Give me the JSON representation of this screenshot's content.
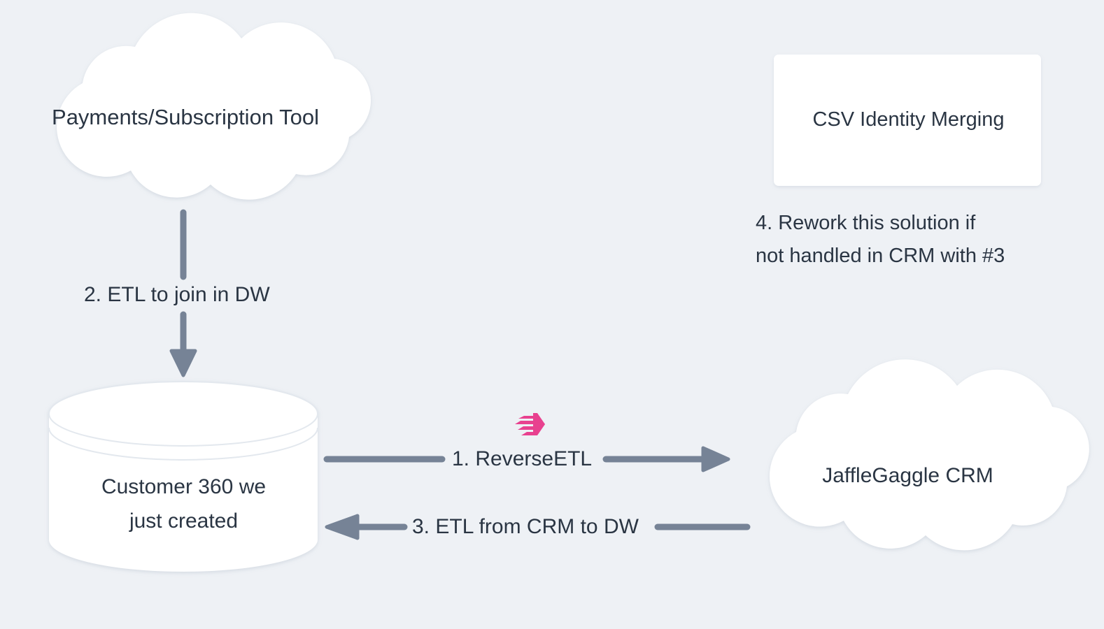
{
  "diagram": {
    "title": "Customer 360 Reverse ETL flow",
    "background_color": "#eef1f5",
    "text_color": "#2a3543",
    "edge_color": "#768396",
    "node_fill": "#ffffff",
    "accent_color": "#e8418f"
  },
  "nodes": {
    "payments_cloud": {
      "label": "Payments/Subscription Tool",
      "shape": "cloud"
    },
    "csv_box": {
      "label": "CSV Identity Merging",
      "shape": "rectangle"
    },
    "csv_note": {
      "label": "4. Rework this solution if\nnot handled in CRM with #3"
    },
    "warehouse_db": {
      "label": "Customer 360 we\njust created",
      "shape": "cylinder"
    },
    "crm_cloud": {
      "label": "JaffleGaggle CRM",
      "shape": "cloud"
    }
  },
  "edges": {
    "payments_to_db": {
      "label": "2. ETL to join in DW",
      "direction": "down",
      "from": "payments_cloud",
      "to": "warehouse_db"
    },
    "db_to_crm": {
      "label": "1. ReverseETL",
      "direction": "right",
      "from": "warehouse_db",
      "to": "crm_cloud"
    },
    "crm_to_db": {
      "label": "3. ETL from CRM to DW",
      "direction": "left",
      "from": "crm_cloud",
      "to": "warehouse_db"
    }
  },
  "icons": {
    "reverse_etl_tool": {
      "name": "hightouch-logo-icon",
      "color": "#e8418f"
    }
  }
}
